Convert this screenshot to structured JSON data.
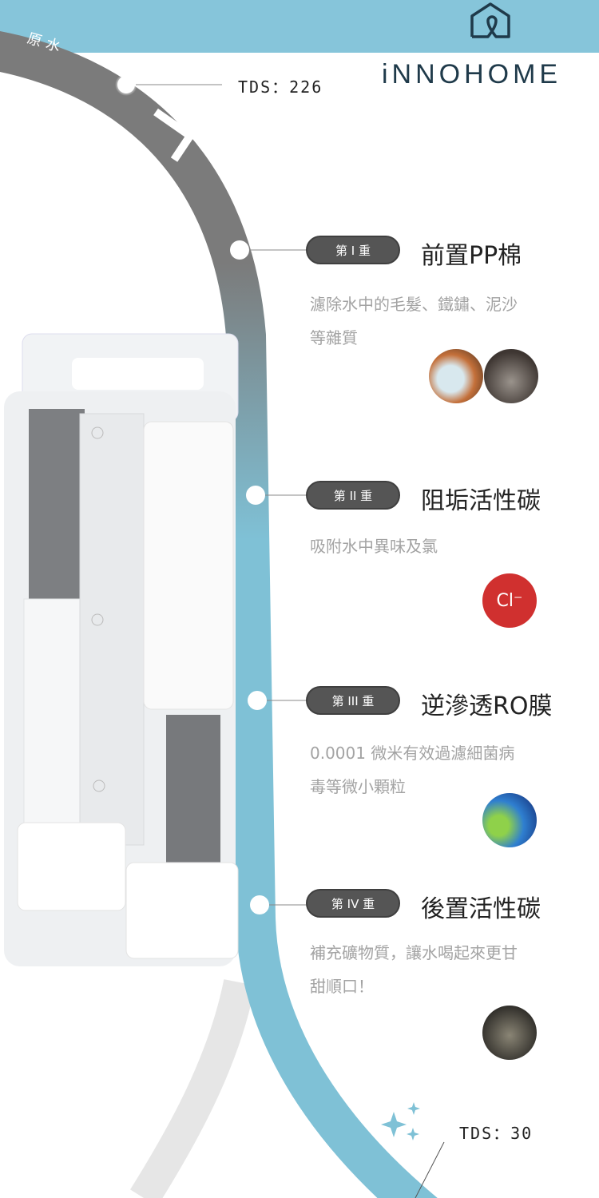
{
  "header": {
    "brand": "iNNOHOME",
    "logo_icon": "house-loop-icon",
    "bar_color": "#86c5da"
  },
  "flow": {
    "start_label": "原水",
    "start_tds": "TDS：226",
    "end_tds": "TDS：30",
    "band_gray": "#7b7b7b",
    "band_blue": "#7fc1d6"
  },
  "stages": [
    {
      "badge": "第 I 重",
      "title": "前置PP棉",
      "desc": [
        "濾除水中的毛髮、鐵鏽、泥沙",
        "等雜質"
      ],
      "icons": [
        "rust-image",
        "sediment-image"
      ]
    },
    {
      "badge": "第 II 重",
      "title": "阻垢活性碳",
      "desc": [
        "吸附水中異味及氯"
      ],
      "icons": [
        "chlorine-ion-icon"
      ],
      "chlorine_label": "Cl⁻",
      "chlorine_color": "#d0302f"
    },
    {
      "badge": "第 III 重",
      "title": "逆滲透RO膜",
      "desc": [
        "0.0001 微米有效過濾細菌病",
        "毒等微小顆粒"
      ],
      "icons": [
        "bacteria-image"
      ]
    },
    {
      "badge": "第 IV 重",
      "title": "後置活性碳",
      "desc": [
        "補充礦物質，讓水喝起來更甘",
        "甜順口！"
      ],
      "icons": [
        "mineral-image"
      ]
    }
  ]
}
